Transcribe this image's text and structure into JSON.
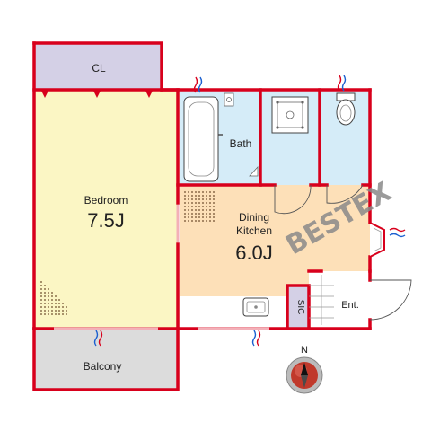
{
  "rooms": {
    "closet": {
      "label": "CL"
    },
    "bedroom": {
      "label": "Bedroom",
      "size": "7.5J"
    },
    "bath": {
      "label": "Bath"
    },
    "dining": {
      "label_line1": "Dining",
      "label_line2": "Kitchen",
      "size": "6.0J"
    },
    "sic": {
      "label": "SIC"
    },
    "entrance": {
      "label": "Ent."
    },
    "balcony": {
      "label": "Balcony"
    }
  },
  "compass": {
    "label": "N"
  },
  "watermark": {
    "text": "BESTEX"
  },
  "colors": {
    "wall": "#d8001c",
    "closet": "#d4d0e6",
    "bedroom": "#fbf6c4",
    "wet": "#d5ecf8",
    "dining": "#fde0b8",
    "balcony": "#dcdcdc",
    "compass": "#c0392b"
  }
}
